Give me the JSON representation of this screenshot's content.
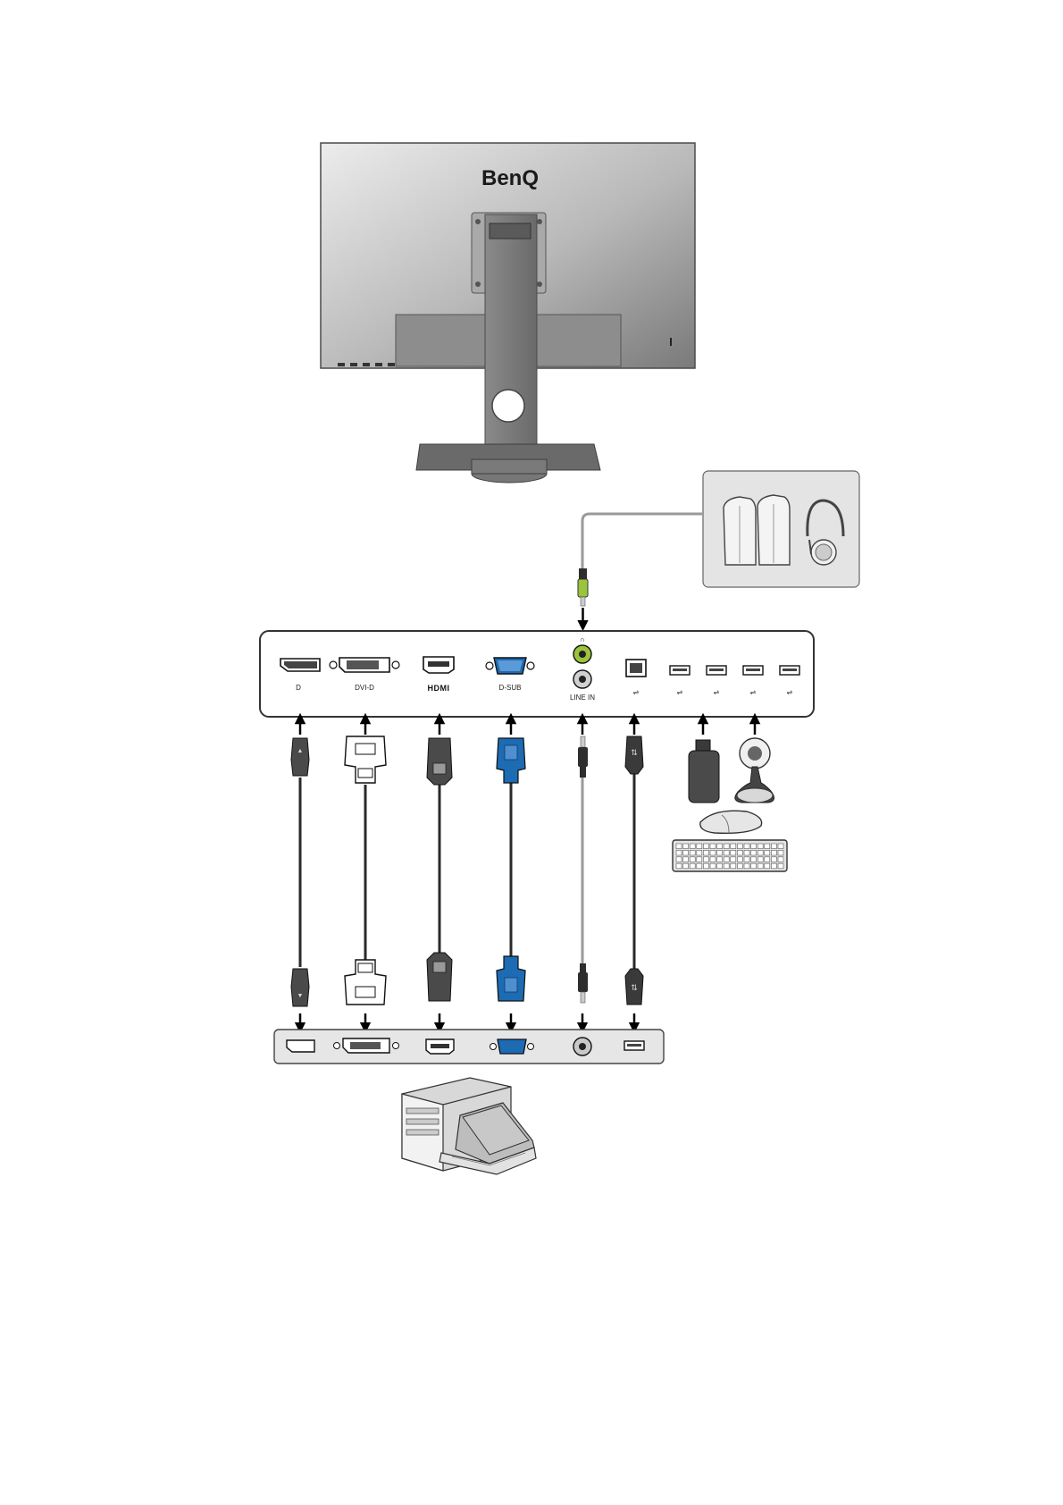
{
  "monitor": {
    "brand": "BenQ"
  },
  "ports": {
    "dp_label": "D",
    "dvi_label": "DVI-D",
    "hdmi_label": "HDMI",
    "dsub_label": "D-SUB",
    "linein_label": "LINE IN",
    "usb_symbol": "⇌"
  },
  "colors": {
    "monitor_body": "#9a9a9a",
    "stand": "#6f6f6f",
    "vga_blue": "#1c6bb3",
    "audio_green": "#9ac43b",
    "panel_gray": "#e6e6e6",
    "cable_dark": "#3a3a3a"
  },
  "icons": {
    "speakers": "speakers-icon",
    "headphones": "headphones-icon",
    "usb_drive": "usb-drive-icon",
    "webcam": "webcam-icon",
    "mouse": "mouse-icon",
    "keyboard": "keyboard-icon",
    "computer": "desktop-pc-icon",
    "laptop": "laptop-icon"
  }
}
